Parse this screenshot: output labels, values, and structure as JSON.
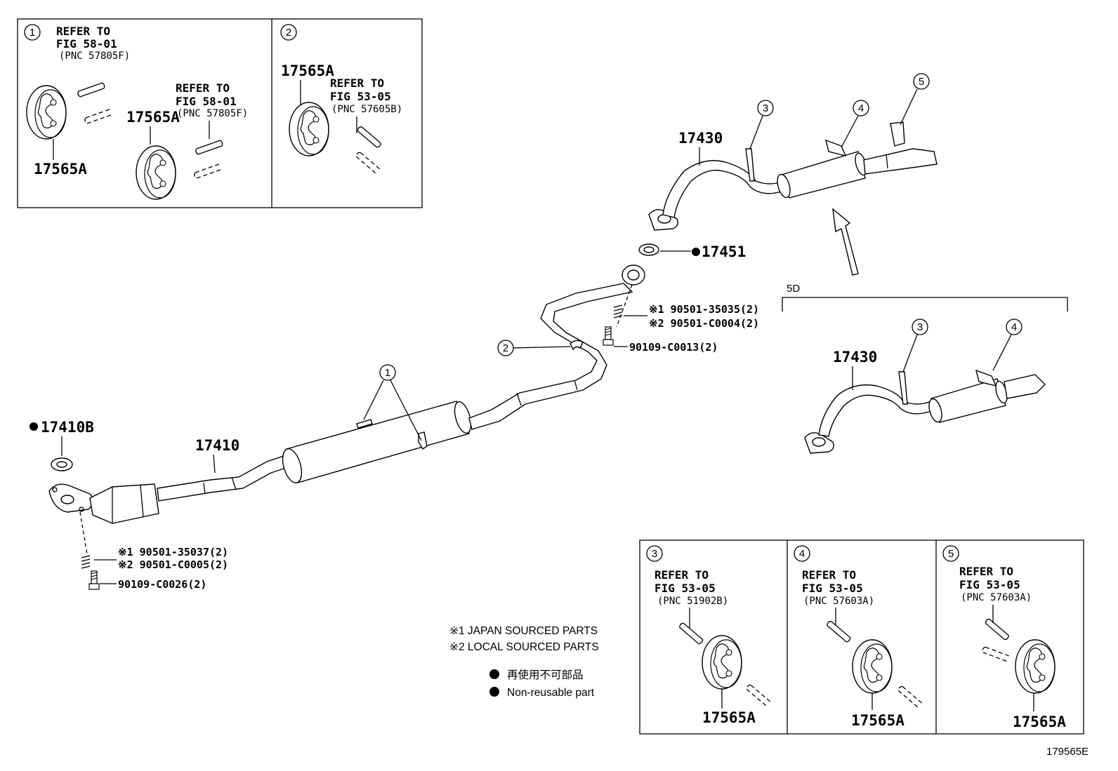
{
  "legend": {
    "japan": "※1 JAPAN SOURCED PARTS",
    "local": "※2 LOCAL SOURCED PARTS",
    "nonreusable_jp": "再使用不可部品",
    "nonreusable_en": "Non-reusable part"
  },
  "figure_id": "179565E",
  "variant_label": "5D",
  "parts": {
    "p17410": "17410",
    "p17410b": "17410B",
    "p17430": "17430",
    "p17451": "17451",
    "p17565a": "17565A"
  },
  "bolts": {
    "front_spring_1": "※1 90501-35037(2)",
    "front_spring_2": "※2 90501-C0005(2)",
    "front_bolt": "90109-C0026(2)",
    "mid_spring_1": "※1 90501-35035(2)",
    "mid_spring_2": "※2 90501-C0004(2)",
    "mid_bolt": "90109-C0013(2)"
  },
  "callouts": [
    "1",
    "2",
    "3",
    "4",
    "5"
  ],
  "insets": {
    "i1": {
      "num": "1",
      "refer_a": "REFER TO",
      "fig_a": "FIG 58-01",
      "pnc_a": "(PNC 57805F)",
      "refer_b": "REFER TO",
      "fig_b": "FIG 58-01",
      "pnc_b": "(PNC 57805F)"
    },
    "i2": {
      "num": "2",
      "refer": "REFER TO",
      "fig": "FIG 53-05",
      "pnc": "(PNC 57605B)"
    },
    "i3": {
      "num": "3",
      "refer": "REFER TO",
      "fig": "FIG 53-05",
      "pnc": "(PNC 51902B)"
    },
    "i4": {
      "num": "4",
      "refer": "REFER TO",
      "fig": "FIG 53-05",
      "pnc": "(PNC 57603A)"
    },
    "i5": {
      "num": "5",
      "refer": "REFER TO",
      "fig": "FIG 53-05",
      "pnc": "(PNC 57603A)"
    }
  },
  "icons": [
    "hanger-rubber-icon",
    "filled-dot-icon",
    "direction-arrow-icon"
  ]
}
